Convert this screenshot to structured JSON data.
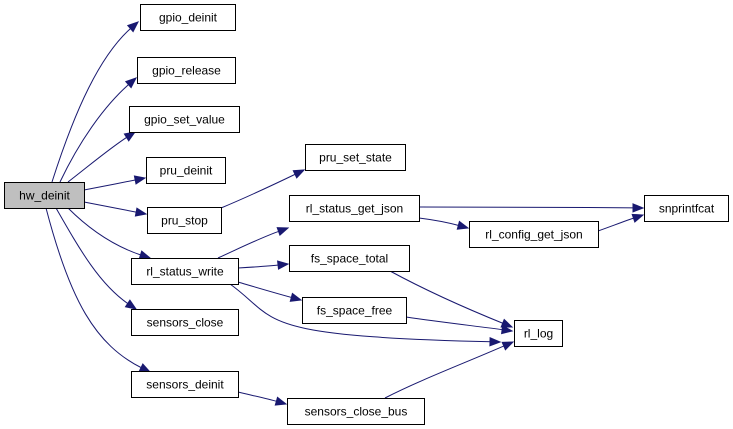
{
  "graph": {
    "colors": {
      "edge": "#191970",
      "node_border": "#000000",
      "node_fill": "#ffffff",
      "root_fill": "#bfbfbf"
    },
    "nodes": [
      {
        "id": "hw_deinit",
        "label": "hw_deinit",
        "root": true
      },
      {
        "id": "gpio_deinit",
        "label": "gpio_deinit"
      },
      {
        "id": "gpio_release",
        "label": "gpio_release"
      },
      {
        "id": "gpio_set_value",
        "label": "gpio_set_value"
      },
      {
        "id": "pru_deinit",
        "label": "pru_deinit"
      },
      {
        "id": "pru_stop",
        "label": "pru_stop"
      },
      {
        "id": "pru_set_state",
        "label": "pru_set_state"
      },
      {
        "id": "rl_status_write",
        "label": "rl_status_write"
      },
      {
        "id": "rl_status_get_json",
        "label": "rl_status_get_json"
      },
      {
        "id": "snprintfcat",
        "label": "snprintfcat"
      },
      {
        "id": "rl_config_get_json",
        "label": "rl_config_get_json"
      },
      {
        "id": "fs_space_total",
        "label": "fs_space_total"
      },
      {
        "id": "fs_space_free",
        "label": "fs_space_free"
      },
      {
        "id": "rl_log",
        "label": "rl_log"
      },
      {
        "id": "sensors_close",
        "label": "sensors_close"
      },
      {
        "id": "sensors_deinit",
        "label": "sensors_deinit"
      },
      {
        "id": "sensors_close_bus",
        "label": "sensors_close_bus"
      }
    ],
    "edges": [
      {
        "from": "hw_deinit",
        "to": "gpio_deinit"
      },
      {
        "from": "hw_deinit",
        "to": "gpio_release"
      },
      {
        "from": "hw_deinit",
        "to": "gpio_set_value"
      },
      {
        "from": "hw_deinit",
        "to": "pru_deinit"
      },
      {
        "from": "hw_deinit",
        "to": "pru_stop"
      },
      {
        "from": "hw_deinit",
        "to": "rl_status_write"
      },
      {
        "from": "hw_deinit",
        "to": "sensors_close"
      },
      {
        "from": "hw_deinit",
        "to": "sensors_deinit"
      },
      {
        "from": "pru_stop",
        "to": "pru_set_state"
      },
      {
        "from": "rl_status_write",
        "to": "rl_status_get_json"
      },
      {
        "from": "rl_status_write",
        "to": "fs_space_total"
      },
      {
        "from": "rl_status_write",
        "to": "fs_space_free"
      },
      {
        "from": "rl_status_write",
        "to": "rl_log"
      },
      {
        "from": "rl_status_get_json",
        "to": "snprintfcat"
      },
      {
        "from": "rl_status_get_json",
        "to": "rl_config_get_json"
      },
      {
        "from": "rl_config_get_json",
        "to": "snprintfcat"
      },
      {
        "from": "fs_space_total",
        "to": "rl_log"
      },
      {
        "from": "fs_space_free",
        "to": "rl_log"
      },
      {
        "from": "sensors_deinit",
        "to": "sensors_close_bus"
      },
      {
        "from": "sensors_close_bus",
        "to": "rl_log"
      }
    ]
  }
}
